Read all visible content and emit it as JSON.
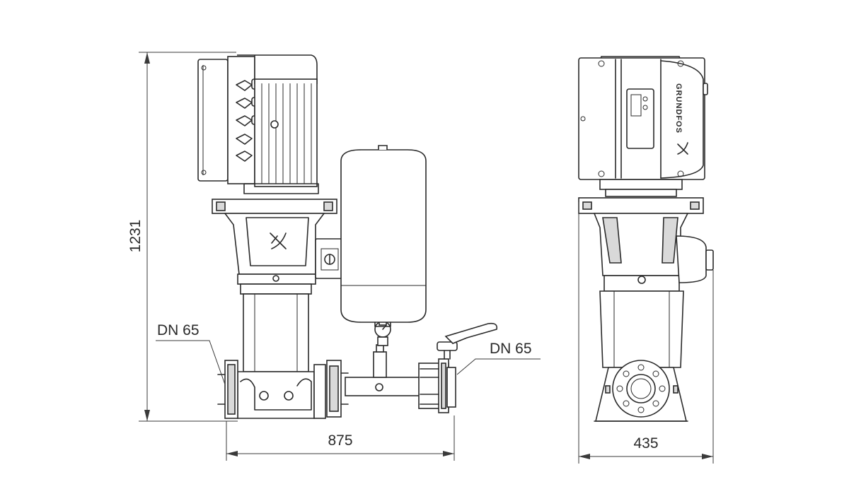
{
  "dimensions": {
    "height": "1231",
    "width_front": "875",
    "width_side": "435"
  },
  "labels": {
    "inlet": "DN 65",
    "outlet": "DN 65"
  },
  "brand": {
    "logo_text": "GRUNDFOS"
  },
  "colors": {
    "line": "#2a2a2a",
    "background": "#ffffff"
  }
}
